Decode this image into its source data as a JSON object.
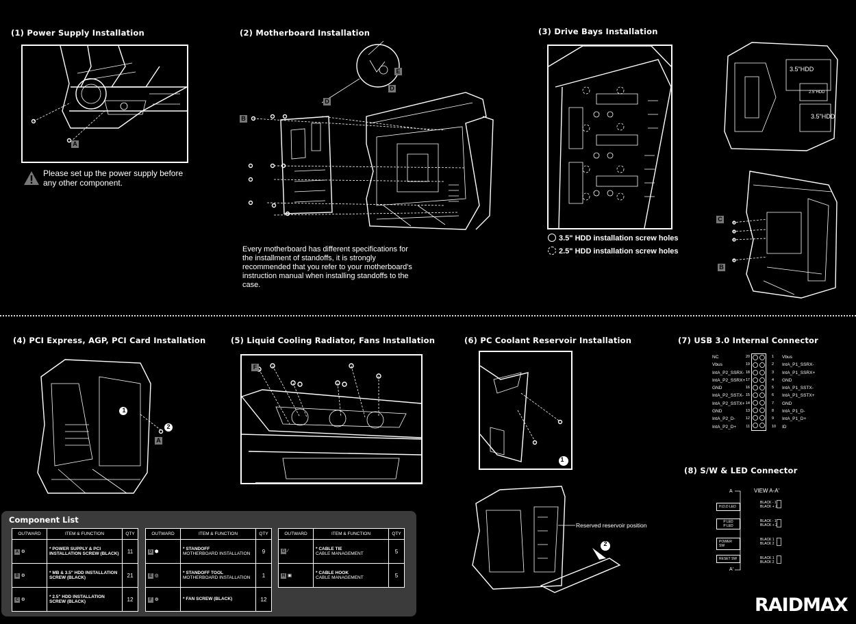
{
  "sections": {
    "s1": {
      "title": "(1) Power Supply Installation",
      "warning": "Please set up the power supply before any other component.",
      "label_a": "A"
    },
    "s2": {
      "title": "(2) Motherboard Installation",
      "note": "Every motherboard has different specifications for the installment of standoffs, it is strongly recommended that you refer to your motherboard's instruction manual when installing standoffs to the case.",
      "label_b": "B",
      "label_d": "D",
      "label_e": "E",
      "label_d2": "D"
    },
    "s3": {
      "title": "(3) Drive Bays Installation",
      "legend_35": "3.5\" HDD installation screw holes",
      "legend_25": "2.5\" HDD installation screw holes",
      "bay_35_top": "3.5\"HDD",
      "bay_25": "2.5\"HDD",
      "bay_35_bottom": "3.5\"HDD",
      "label_c": "C",
      "label_b": "B"
    },
    "s4": {
      "title": "(4) PCI Express, AGP, PCI Card Installation",
      "label_a": "A",
      "step1": "1",
      "step2": "2"
    },
    "s5": {
      "title": "(5) Liquid Cooling Radiator, Fans Installation",
      "label_f": "F"
    },
    "s6": {
      "title": "(6) PC Coolant Reservoir Installation",
      "step1": "1",
      "step2": "2",
      "reserved": "Reserved reservoir position"
    },
    "s7": {
      "title": "(7) USB 3.0 Internal Connector",
      "left_labels": [
        "NC",
        "Vbus",
        "IntA_P2_SSRX-",
        "IntA_P2_SSRX+",
        "GND",
        "IntA_P2_SSTX-",
        "IntA_P2_SSTX+",
        "GND",
        "IntA_P2_D-",
        "IntA_P2_D+"
      ],
      "left_pins": [
        "20",
        "19",
        "18",
        "17",
        "16",
        "15",
        "14",
        "13",
        "12",
        "11"
      ],
      "right_pins": [
        "1",
        "2",
        "3",
        "4",
        "5",
        "6",
        "7",
        "8",
        "9",
        "10"
      ],
      "right_labels": [
        "Vbus",
        "IntA_P1_SSRX-",
        "IntA_P1_SSRX+",
        "GND",
        "IntA_P1_SSTX-",
        "IntA_P1_SSTX+",
        "GND",
        "IntA_P1_D-",
        "IntA_P1_D+",
        "ID"
      ]
    },
    "s8": {
      "title": "(8) S/W & LED Connector",
      "view": "VIEW A-A'",
      "a_top": "A",
      "a_bottom": "A'",
      "connectors": [
        {
          "name": "H.D.D LED",
          "wires": [
            "BLACK - 1",
            "BLACK + 2"
          ]
        },
        {
          "name": "P LED",
          "name2": "P LED",
          "wires": [
            "BLACK - 1",
            "BLACK + 2"
          ]
        },
        {
          "name": "POWER SW",
          "wires": [
            "BLACK 1",
            "BLACK 2"
          ]
        },
        {
          "name": "RESET SW",
          "wires": [
            "BLACK 1",
            "BLACK 2"
          ]
        }
      ]
    }
  },
  "component_list": {
    "title": "Component List",
    "headers": [
      "OUTWARD",
      "ITEM & FUNCTION",
      "QTY"
    ],
    "tables": [
      [
        {
          "id": "A",
          "item": "* POWER SUPPLY & PCI INSTALLATION SCREW (BLACK)",
          "qty": "11"
        },
        {
          "id": "B",
          "item": "* MB & 3.5\" HDD INSTALLATION SCREW (BLACK)",
          "qty": "21"
        },
        {
          "id": "C",
          "item": "* 2.5\" HDD INSTALLATION SCREW (BLACK)",
          "qty": "12"
        }
      ],
      [
        {
          "id": "D",
          "item": "* STANDOFF",
          "sub": "MOTHERBOARD INSTALLATION",
          "qty": "9"
        },
        {
          "id": "E",
          "item": "* STANDOFF TOOL",
          "sub": "MOTHERBOARD INSTALLATION",
          "qty": "1"
        },
        {
          "id": "F",
          "item": "* FAN SCREW (BLACK)",
          "qty": "12"
        }
      ],
      [
        {
          "id": "G",
          "item": "* CABLE TIE",
          "sub": "CABLE MANAGEMENT",
          "qty": "5"
        },
        {
          "id": "H",
          "item": "* CABLE HOOK",
          "sub": "CABLE MANAGEMENT",
          "qty": "5"
        }
      ]
    ]
  },
  "brand": "RAIDMAX"
}
